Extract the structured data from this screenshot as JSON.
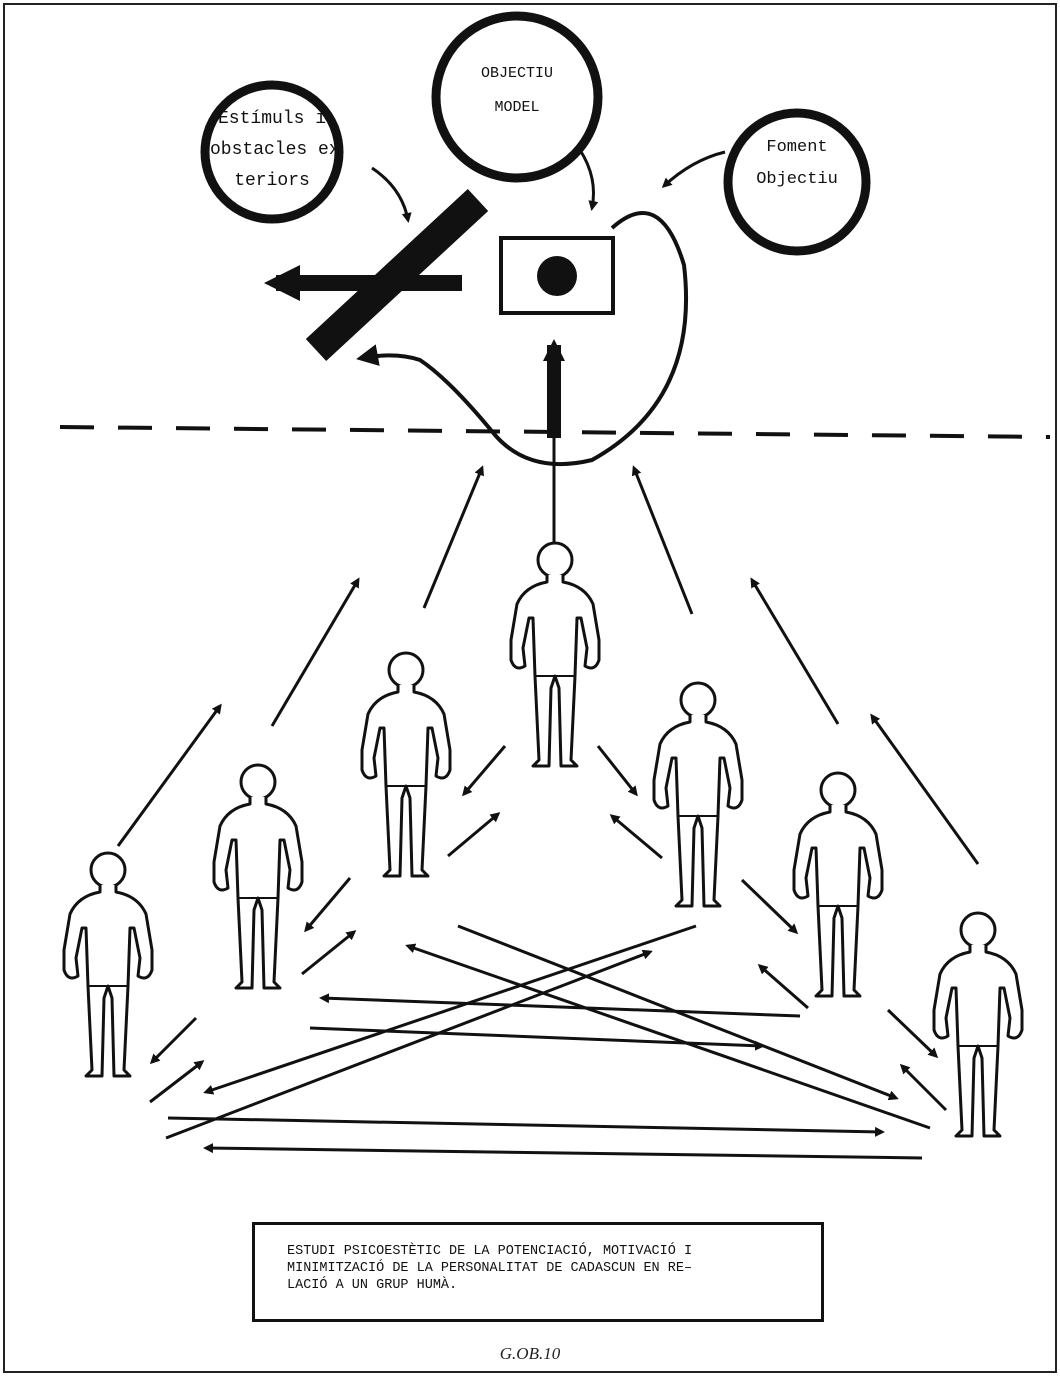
{
  "circles": {
    "stimuli": {
      "lines": [
        "Estímuls i",
        "obstacles ex",
        "teriors"
      ]
    },
    "objective_model": {
      "lines": [
        "OBJECTIU",
        "MODEL"
      ]
    },
    "foment": {
      "lines": [
        "Foment",
        "Objectiu"
      ]
    }
  },
  "caption": {
    "lines": [
      "ESTUDI PSICOESTÈTIC DE LA POTENCIACIÓ, MOTIVACIÓ I",
      "MINIMITZACIÓ DE LA PERSONALITAT DE CADASCUN EN RE–",
      "LACIÓ A UN GRUP HUMÀ."
    ]
  },
  "footer": {
    "code": "G.OB.10"
  },
  "figures": {
    "count": 7
  },
  "colors": {
    "ink": "#111111",
    "paper": "#ffffff"
  }
}
